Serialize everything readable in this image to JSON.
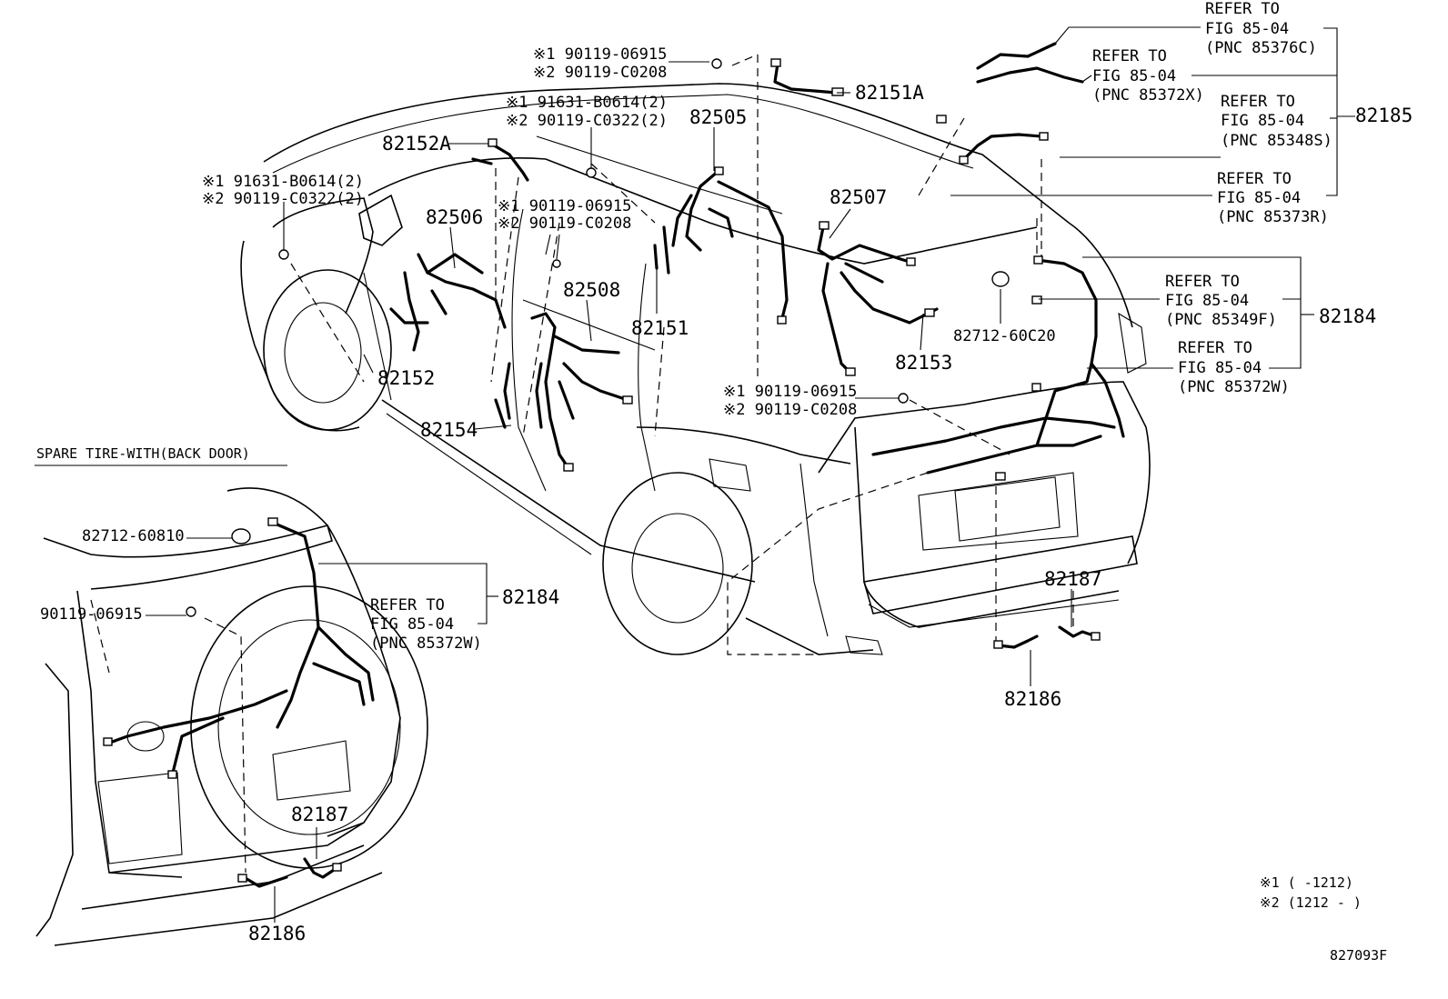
{
  "callouts": {
    "c_82185": "82185",
    "c_82184_main": "82184",
    "c_82184_spare": "82184",
    "c_82151A": "82151A",
    "c_82505": "82505",
    "c_82152A": "82152A",
    "c_82506": "82506",
    "c_82507": "82507",
    "c_82508": "82508",
    "c_82151": "82151",
    "c_82152": "82152",
    "c_82153": "82153",
    "c_82154": "82154",
    "c_82187_main": "82187",
    "c_82186_main": "82186",
    "c_82187_spare": "82187",
    "c_82186_spare": "82186"
  },
  "part_numbers": {
    "bolt_top_1": "※1 90119-06915",
    "bolt_top_2": "※2 90119-C0208",
    "clip_top_1": "※1 91631-B0614(2)",
    "clip_top_2": "※2 90119-C0322(2)",
    "clip_left_1": "※1 91631-B0614(2)",
    "clip_left_2": "※2 90119-C0322(2)",
    "bolt_mid_1": "※1 90119-06915",
    "bolt_mid_2": "※2 90119-C0208",
    "bolt_right_1": "※1 90119-06915",
    "bolt_right_2": "※2 90119-C0208",
    "grommet_main": "82712-60C20",
    "grommet_spare": "82712-60810",
    "bolt_spare": "90119-06915"
  },
  "refer_blocks": [
    {
      "l1": "REFER TO",
      "l2": "FIG 85-04",
      "l3": "(PNC 85376C)"
    },
    {
      "l1": "REFER TO",
      "l2": "FIG 85-04",
      "l3": "(PNC 85372X)"
    },
    {
      "l1": "REFER TO",
      "l2": "FIG 85-04",
      "l3": "(PNC 85348S)"
    },
    {
      "l1": "REFER TO",
      "l2": "FIG 85-04",
      "l3": "(PNC 85373R)"
    },
    {
      "l1": "REFER TO",
      "l2": "FIG 85-04",
      "l3": "(PNC 85349F)"
    },
    {
      "l1": "REFER TO",
      "l2": "FIG 85-04",
      "l3": "(PNC 85372W)"
    },
    {
      "l1": "REFER TO",
      "l2": "FIG 85-04",
      "l3": "(PNC 85372W)"
    }
  ],
  "inset_title": "SPARE TIRE-WITH(BACK DOOR)",
  "notes": {
    "note1": "※1 (    -1212)",
    "note2": "※2 (1212 -    )"
  },
  "figure_code": "827093F"
}
